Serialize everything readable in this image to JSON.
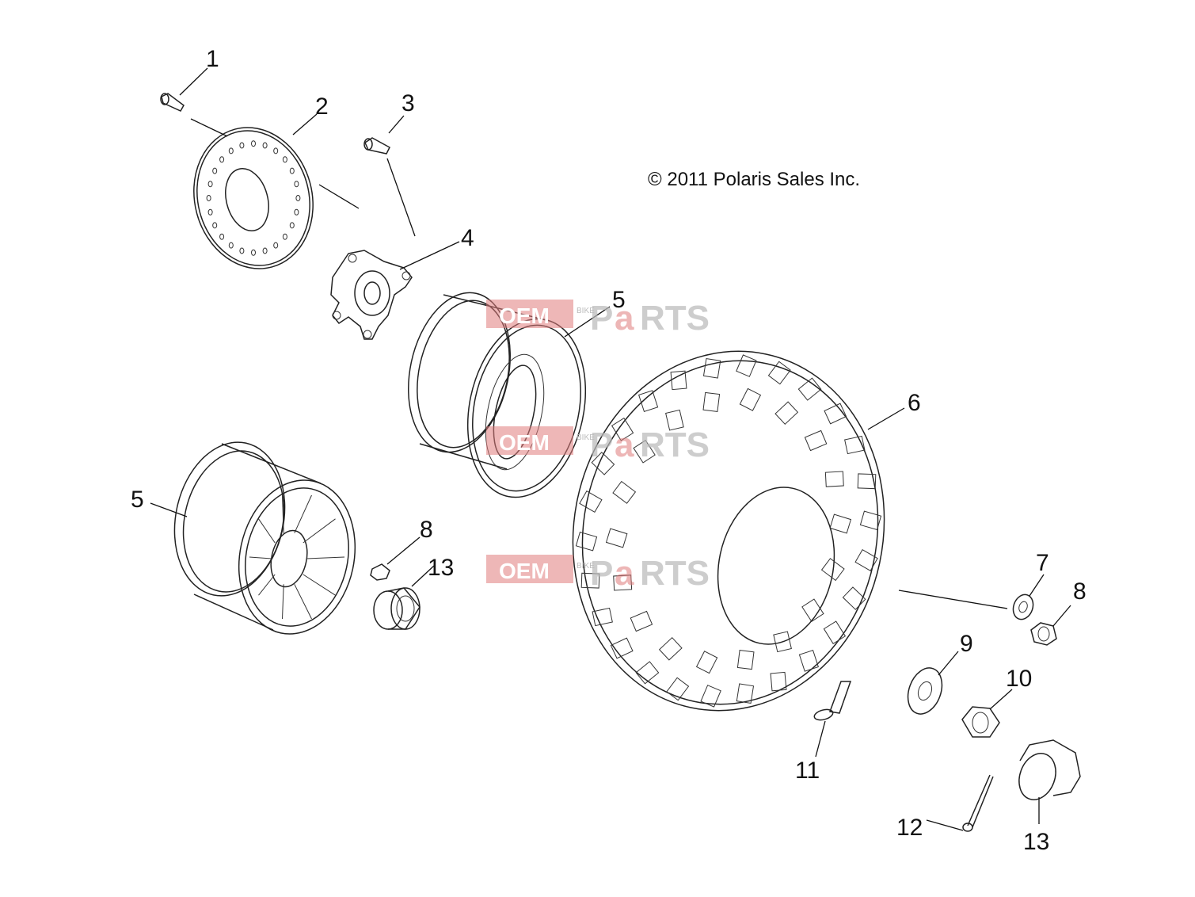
{
  "copyright": "© 2011 Polaris Sales Inc.",
  "watermark": {
    "oem": "OEM",
    "bike": "BIKE",
    "parts_p": "P",
    "parts_a": "a",
    "parts_rest": "RTS"
  },
  "callouts": {
    "c1": "1",
    "c2": "2",
    "c3": "3",
    "c4": "4",
    "c5a": "5",
    "c5b": "5",
    "c6": "6",
    "c7": "7",
    "c8a": "8",
    "c8b": "8",
    "c9": "9",
    "c10": "10",
    "c11": "11",
    "c12": "12",
    "c13a": "13",
    "c13b": "13"
  },
  "icons": {
    "bolt": "bolt-icon",
    "rotor": "brake-disc-icon",
    "hub": "wheel-hub-icon",
    "wheel": "wheel-rim-icon",
    "tire": "tire-icon",
    "washer": "washer-icon",
    "nut": "nut-icon",
    "cap": "hub-cap-icon",
    "pin": "cotter-pin-icon",
    "stud": "stud-icon"
  },
  "colors": {
    "line": "#222222",
    "watermark_red": "#e07b7b",
    "watermark_gray": "#b9b9b9"
  }
}
